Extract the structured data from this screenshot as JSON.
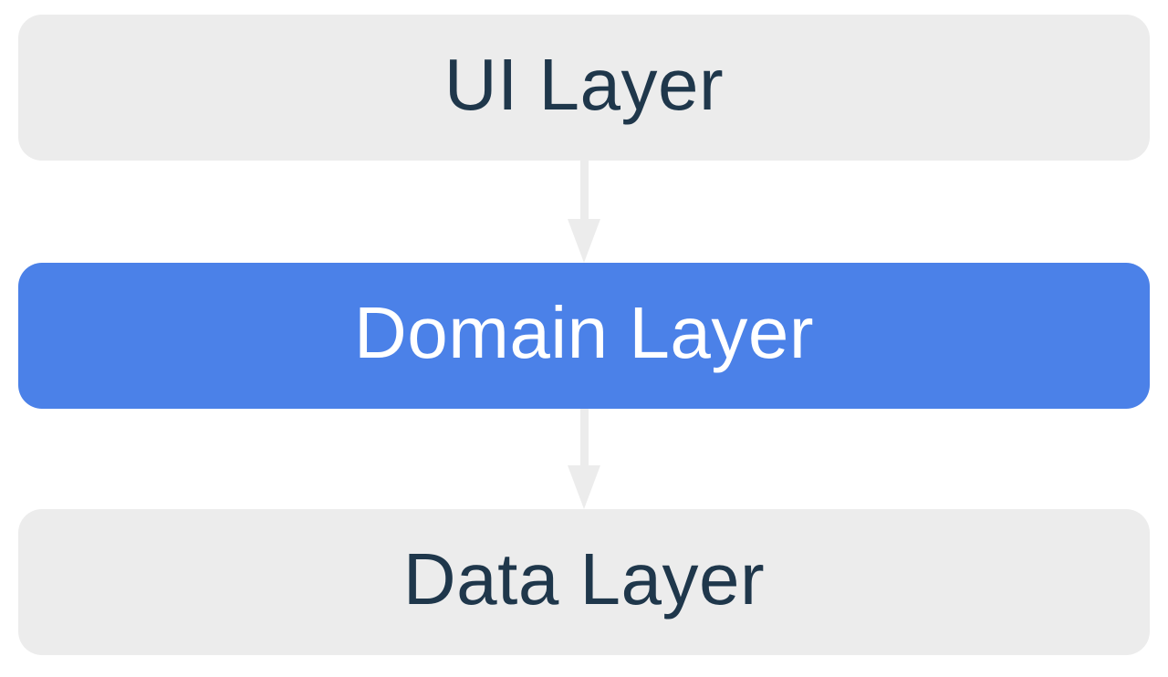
{
  "diagram": {
    "type": "layered-architecture",
    "layers": [
      {
        "label": "UI Layer",
        "bg": "#ececec",
        "text_color": "#1f374b",
        "highlighted": false
      },
      {
        "label": "Domain Layer",
        "bg": "#4b81e8",
        "text_color": "#ffffff",
        "highlighted": true
      },
      {
        "label": "Data Layer",
        "bg": "#ececec",
        "text_color": "#1f374b",
        "highlighted": false
      }
    ],
    "arrows": [
      {
        "from": "UI Layer",
        "to": "Domain Layer",
        "direction": "down",
        "color": "#ececec"
      },
      {
        "from": "Domain Layer",
        "to": "Data Layer",
        "direction": "down",
        "color": "#ececec"
      }
    ],
    "colors": {
      "background": "#ffffff",
      "box_gray": "#ececec",
      "box_blue": "#4b81e8",
      "text_dark": "#1f374b",
      "text_light": "#ffffff",
      "arrow": "#ececec"
    }
  }
}
